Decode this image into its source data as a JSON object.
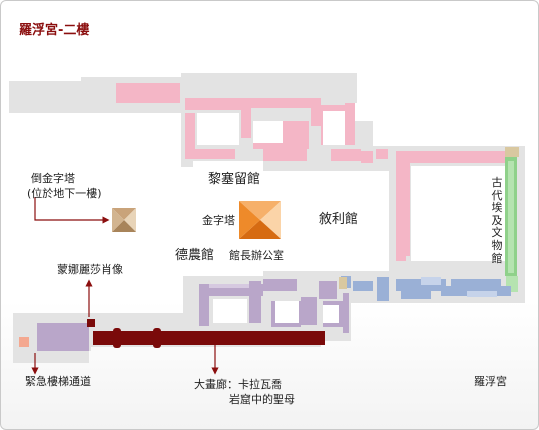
{
  "title": "羅浮宮-二樓",
  "wings": {
    "richelieu": "黎塞留館",
    "sully": "敘利館",
    "denon": "德農館"
  },
  "labels": {
    "inverted_pyramid_line1": "倒金字塔",
    "inverted_pyramid_line2": "(位於地下一樓)",
    "pyramid": "金字塔",
    "directors_office": "館長辦公室",
    "mona_lisa": "蒙娜麗莎肖像",
    "egyptian_antiquities": "古代埃及文物館",
    "grand_gallery_line1": "大畫廊：卡拉瓦喬",
    "grand_gallery_line2": "岩窟中的聖母",
    "emergency_stairs": "緊急樓梯通道",
    "louvre": "羅浮宮"
  },
  "colors": {
    "title": "#8b0e0e",
    "building": "#e3e3e3",
    "rooms_pink": "#f4b6c6",
    "rooms_lavender": "#b9a6c9",
    "rooms_blue": "#9ab0d6",
    "rooms_green": "#8fd18a",
    "grand_gallery": "#7a0a0a",
    "pyramid": "#ee8a2a",
    "leader_line": "#8b0e0e"
  }
}
